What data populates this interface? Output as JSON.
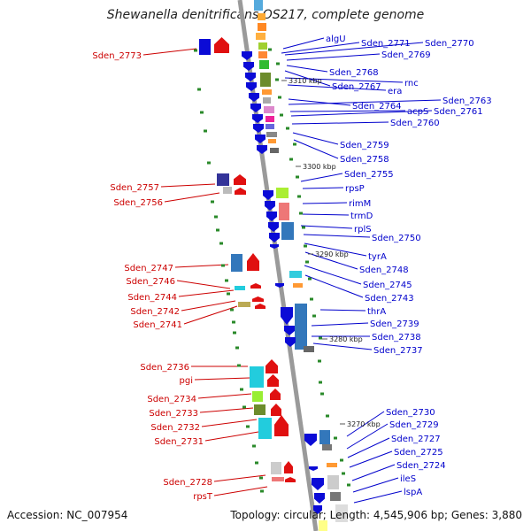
{
  "title": "Shewanella denitrificans OS217, complete genome",
  "footer": {
    "accession": "Accession: NC_007954",
    "topology": "Topology: circular; Length: 4,545,906 bp; Genes: 3,880"
  },
  "scale_labels": [
    "3310 kbp",
    "3300 kbp",
    "3290 kbp",
    "3280 kbp",
    "3270 kbp"
  ],
  "genes_right": [
    "algU",
    "Sden_2771",
    "Sden_2770",
    "Sden_2769",
    "Sden_2768",
    "Sden_2767",
    "rnc",
    "era",
    "Sden_2764",
    "Sden_2763",
    "acpS",
    "Sden_2761",
    "Sden_2760",
    "Sden_2759",
    "Sden_2758",
    "Sden_2755",
    "rpsP",
    "rimM",
    "trmD",
    "rplS",
    "Sden_2750",
    "tyrA",
    "Sden_2748",
    "Sden_2745",
    "Sden_2743",
    "thrA",
    "Sden_2739",
    "Sden_2738",
    "Sden_2737",
    "Sden_2730",
    "Sden_2729",
    "Sden_2727",
    "Sden_2725",
    "Sden_2724",
    "ileS",
    "lspA"
  ],
  "genes_left": [
    "Sden_2773",
    "Sden_2757",
    "Sden_2756",
    "Sden_2747",
    "Sden_2746",
    "Sden_2744",
    "Sden_2742",
    "Sden_2741",
    "Sden_2736",
    "pgi",
    "Sden_2734",
    "Sden_2733",
    "Sden_2732",
    "Sden_2731",
    "Sden_2728",
    "rpsT"
  ],
  "colors": {
    "forward_strand": "#0b0bd6",
    "reverse_strand": "#e01010",
    "label_forward": "#0000cc",
    "label_reverse": "#cc0000",
    "backbone": "#9a9a9a",
    "tick": "#2a8a2a"
  }
}
